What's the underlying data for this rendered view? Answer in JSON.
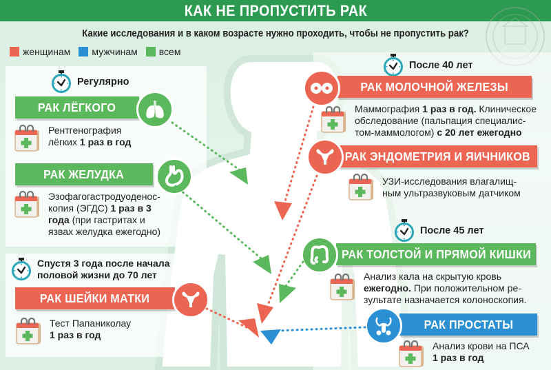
{
  "header": {
    "title": "КАК НЕ ПРОПУСТИТЬ РАК"
  },
  "subtitle": "Какие исследования и в каком возрасте нужно проходить, чтобы не пропустить рак?",
  "legend": [
    {
      "label": "женщинам",
      "color": "#ec6552"
    },
    {
      "label": "мужчинам",
      "color": "#2a8fd3"
    },
    {
      "label": "всем",
      "color": "#5cb85c"
    }
  ],
  "colors": {
    "header": "#2c9a50",
    "women": "#ec6552",
    "men": "#2a8fd3",
    "all": "#5cb85c"
  },
  "groups": {
    "regular": {
      "timer_label": "Регулярно",
      "icon": "stopwatch-icon"
    },
    "cervical_period": {
      "timer_label_line1": "Спустя 3 года после начала",
      "timer_label_line2": "половой жизни до 70 лет",
      "icon": "stopwatch-icon"
    },
    "after40": {
      "timer_label": "После 40 лет",
      "icon": "stopwatch-icon"
    },
    "after45": {
      "timer_label": "После 45 лет",
      "icon": "stopwatch-icon"
    }
  },
  "cancers": {
    "lung": {
      "title": "РАК ЛЁГКОГО",
      "audience": "всем",
      "icon": "lungs-icon",
      "line1": "Рентгенография",
      "line2_plain": "лёгких ",
      "line2_bold": "1 раз в год"
    },
    "stomach": {
      "title": "РАК ЖЕЛУДКА",
      "audience": "всем",
      "icon": "stomach-icon",
      "line1": "Эзофагогастродуоденос-",
      "line2_plain": "копия (ЭГДС) ",
      "line2_bold": "1 раз в 3",
      "line3_bold": "года",
      "line3_plain": " (при гастритах и",
      "line4": "язвах желудка ежегодно)"
    },
    "cervix": {
      "title": "РАК ШЕЙКИ МАТКИ",
      "audience": "женщинам",
      "icon": "uterus-icon",
      "line1": "Тест Папаниколау",
      "line2_bold": "1 раз в год"
    },
    "breast": {
      "title": "РАК МОЛОЧНОЙ ЖЕЛЕЗЫ",
      "audience": "женщинам",
      "icon": "breast-icon",
      "line1_plain": "Маммография ",
      "line1_bold": "1 раз в год.",
      "line1_tail": " Клиническое",
      "line2": "обследование (пальпация специалис-",
      "line3_plain": "том-маммологом) ",
      "line3_bold": "с 20 лет ежегодно"
    },
    "endometrium": {
      "title": "РАК ЭНДОМЕТРИЯ И ЯИЧНИКОВ",
      "audience": "женщинам",
      "icon": "uterus-icon",
      "line1": "УЗИ-исследования влагалищ-",
      "line2": "ным ультразвуковым датчиком"
    },
    "colon": {
      "title": "РАК ТОЛСТОЙ И ПРЯМОЙ КИШКИ",
      "audience": "всем",
      "icon": "intestine-icon",
      "line1": "Анализ кала на скрытую кровь",
      "line2_bold": "ежегодно.",
      "line2_plain": " При положительном ре-",
      "line3": "зультате назначается колоноскопия."
    },
    "prostate": {
      "title": "РАК ПРОСТАТЫ",
      "audience": "мужчинам",
      "icon": "prostate-icon",
      "line1": "Анализ крови на ПСА",
      "line2_bold": "1 раз в год"
    }
  }
}
